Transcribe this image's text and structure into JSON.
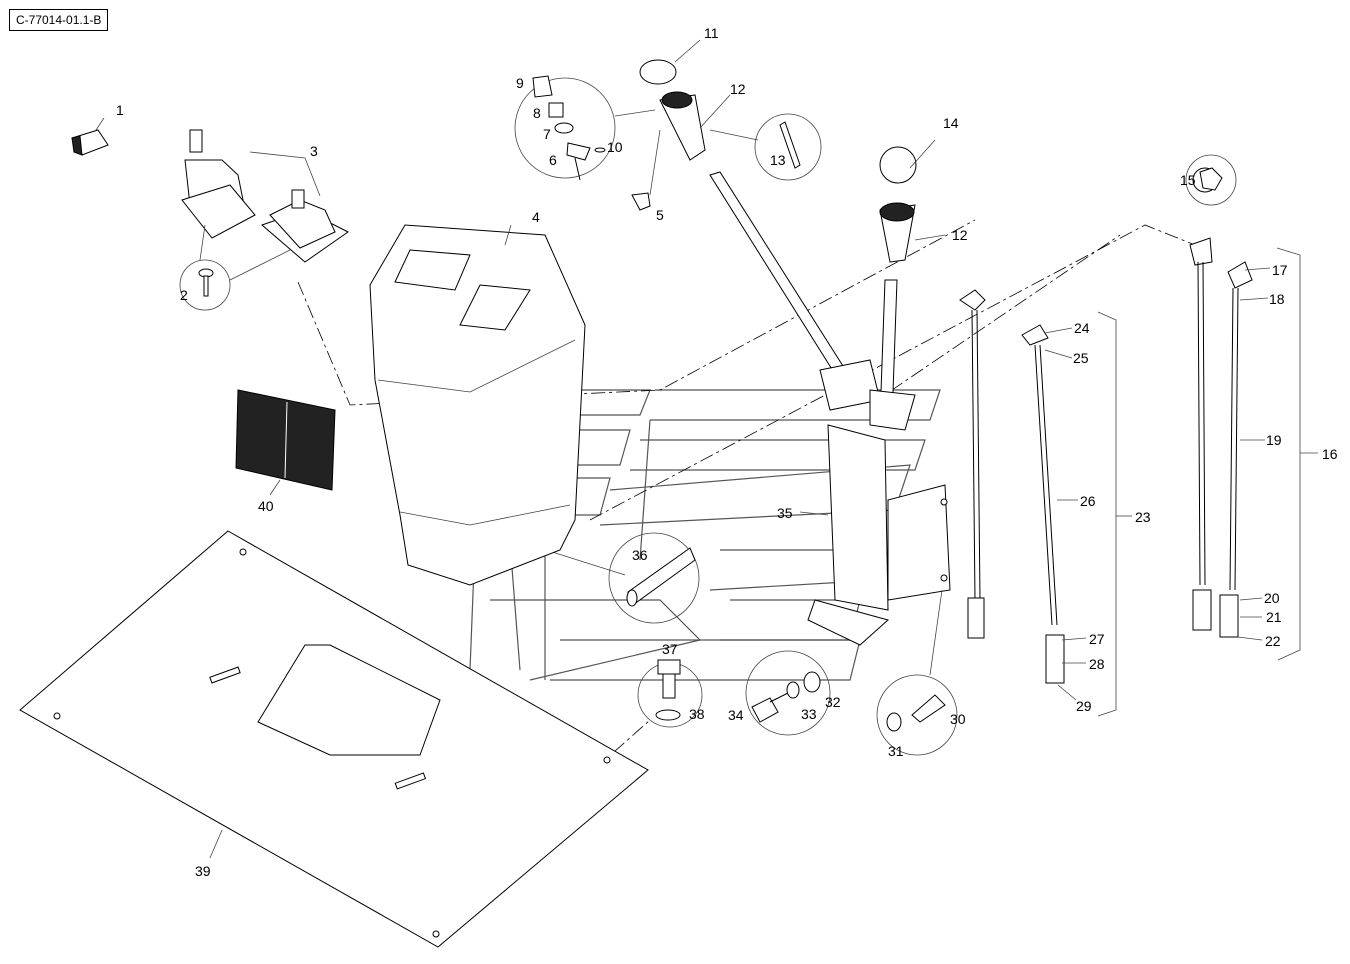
{
  "drawing_ref": "C-77014-01.1-B",
  "callouts": [
    "1",
    "2",
    "3",
    "4",
    "5",
    "6",
    "7",
    "8",
    "9",
    "10",
    "11",
    "12",
    "12",
    "13",
    "14",
    "15",
    "16",
    "17",
    "18",
    "19",
    "20",
    "21",
    "22",
    "23",
    "24",
    "25",
    "26",
    "27",
    "28",
    "29",
    "30",
    "31",
    "32",
    "33",
    "34",
    "35",
    "36",
    "37",
    "38",
    "39",
    "40"
  ]
}
